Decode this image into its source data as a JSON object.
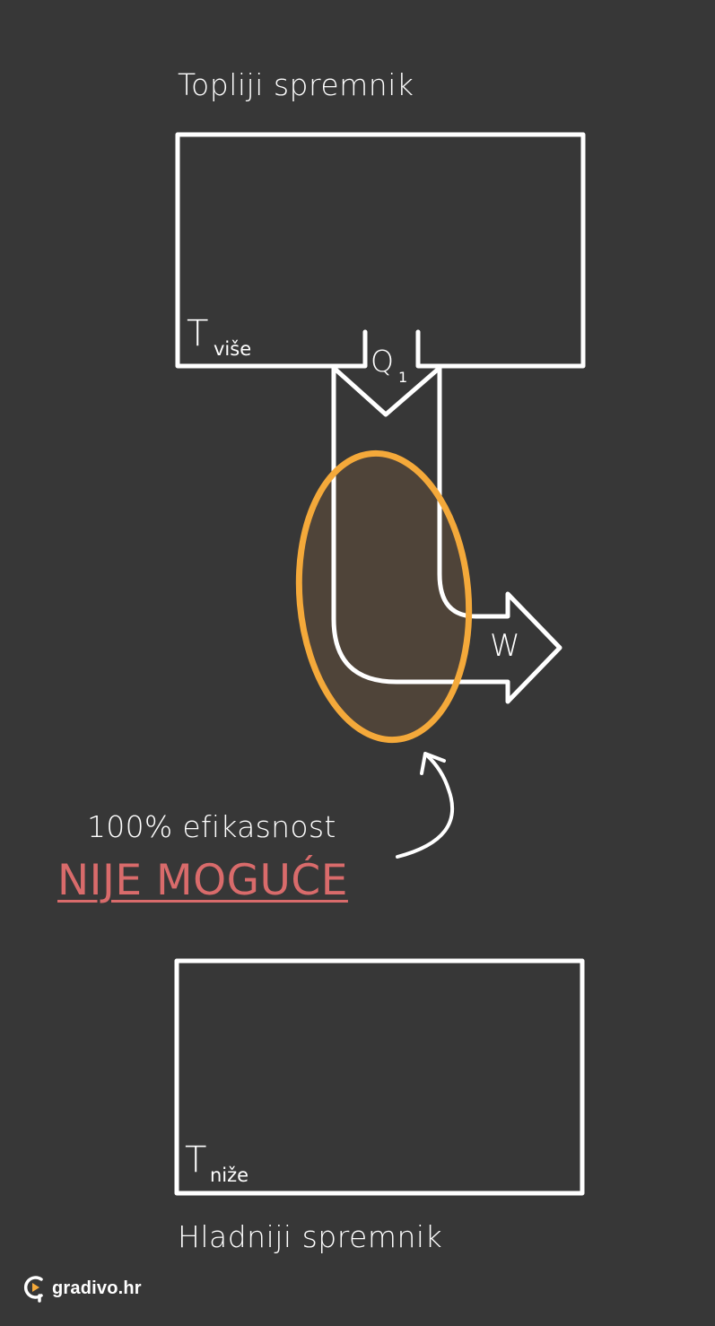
{
  "hot_reservoir": {
    "title": "Topliji spremnik",
    "temp_symbol": "T",
    "temp_subscript": "više"
  },
  "cold_reservoir": {
    "title": "Hladniji spremnik",
    "temp_symbol": "T",
    "temp_subscript": "niže"
  },
  "heat_flow": {
    "symbol": "Q",
    "subscript": "1"
  },
  "work": {
    "symbol": "W"
  },
  "annotation": {
    "efficiency_text": "100% efikasnost",
    "impossible_text": "NIJE MOGUĆE"
  },
  "colors": {
    "background": "#373737",
    "line": "#ffffff",
    "highlight_ring": "#f4a93a",
    "highlight_fill": "#4f4439",
    "warning_text": "#d96b6b",
    "brand_accent": "#f4a93a"
  },
  "brand": {
    "name": "gradivo.hr",
    "icon": "gradivo-logo-icon"
  }
}
